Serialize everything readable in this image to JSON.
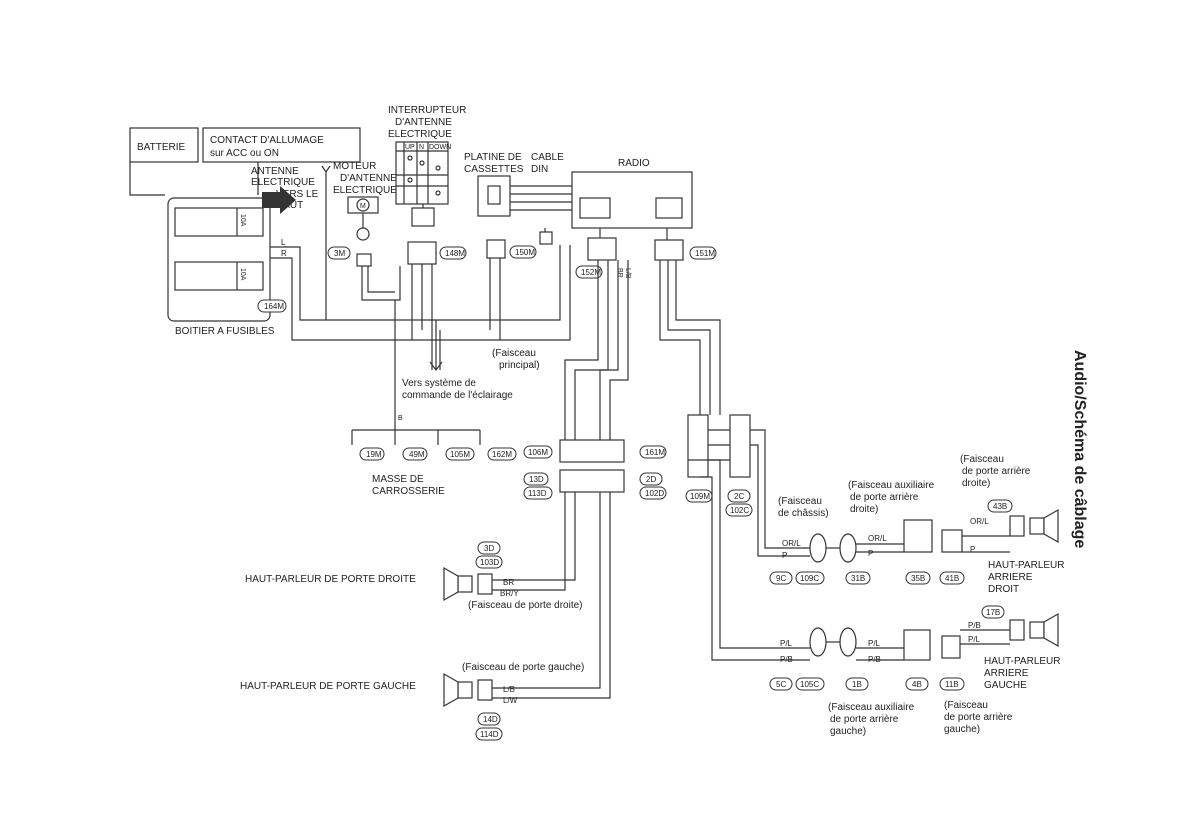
{
  "title": "Audio/Schéma de câblage",
  "blocks": {
    "battery": "BATTERIE",
    "ignition": [
      "CONTACT D'ALLUMAGE",
      "sur ACC ou ON"
    ],
    "antenna_up": [
      "ANTENNE",
      "ELECTRIQUE",
      "VERS LE",
      "HAUT"
    ],
    "antenna_motor": [
      "MOTEUR",
      "D'ANTENNE",
      "ELECTRIQUE"
    ],
    "antenna_switch": [
      "INTERRUPTEUR",
      "D'ANTENNE",
      "ELECTRIQUE"
    ],
    "switch_head": [
      "UP",
      "N",
      "DOWN"
    ],
    "cassette": [
      "PLATINE DE",
      "CASSETTES"
    ],
    "cable_din": [
      "CABLE",
      "DIN"
    ],
    "radio": "RADIO",
    "fuse_box": "BOITIER A FUSIBLES",
    "fuse_label": "10A",
    "harness_main": [
      "(Faisceau",
      "principal)"
    ],
    "lighting": [
      "Vers système de",
      "commande de l'éclairage"
    ],
    "ground": [
      "MASSE DE",
      "CARROSSERIE"
    ],
    "chassis": [
      "(Faisceau",
      "de châssis)"
    ],
    "spk_front_right": "HAUT-PARLEUR DE PORTE DROITE",
    "spk_front_left": "HAUT-PARLEUR DE PORTE GAUCHE",
    "harness_right_door": "(Faisceau de porte droite)",
    "harness_left_door": "(Faisceau de porte gauche)",
    "aux_rear_right": [
      "(Faisceau auxiliaire",
      "de porte arrière",
      "droite)"
    ],
    "rear_right_door": [
      "(Faisceau",
      "de porte arrière",
      "droite)"
    ],
    "aux_rear_left": [
      "(Faisceau auxiliaire",
      "de porte arrière",
      "gauche)"
    ],
    "rear_left_door": [
      "(Faisceau",
      "de porte arrière",
      "gauche)"
    ],
    "spk_rear_right": [
      "HAUT-PARLEUR",
      "ARRIERE",
      "DROIT"
    ],
    "spk_rear_left": [
      "HAUT-PARLEUR",
      "ARRIERE",
      "GAUCHE"
    ]
  },
  "connectors": {
    "c164m": "164M",
    "c3m": "3M",
    "c148m": "148M",
    "c150m": "150M",
    "c152m": "152M",
    "c151m": "151M",
    "c19m": "19M",
    "c49m": "49M",
    "c105m": "105M",
    "c162m": "162M",
    "c106m": "106M",
    "c13d": "13D",
    "c113d": "113D",
    "c161m": "161M",
    "c2d": "2D",
    "c102d": "102D",
    "c109m": "109M",
    "c2c": "2C",
    "c102c": "102C",
    "c3d": "3D",
    "c103d": "103D",
    "c14d": "14D",
    "c114d": "114D",
    "c9c": "9C",
    "c109c": "109C",
    "c31b": "31B",
    "c35b": "35B",
    "c41b": "41B",
    "c43b": "43B",
    "c17b": "17B",
    "c5c": "5C",
    "c105c": "105C",
    "c1b": "1B",
    "c4b": "4B",
    "c11b": "11B"
  },
  "wires": {
    "l": "L",
    "r": "R",
    "br": "BR",
    "bry": "BR/Y",
    "lb": "L/B",
    "lw": "L/W",
    "orl": "OR/L",
    "p": "P",
    "pl": "P/L",
    "pb": "P/B",
    "b": "B"
  },
  "colors": {
    "ink": "#333333",
    "paper": "#ffffff"
  }
}
